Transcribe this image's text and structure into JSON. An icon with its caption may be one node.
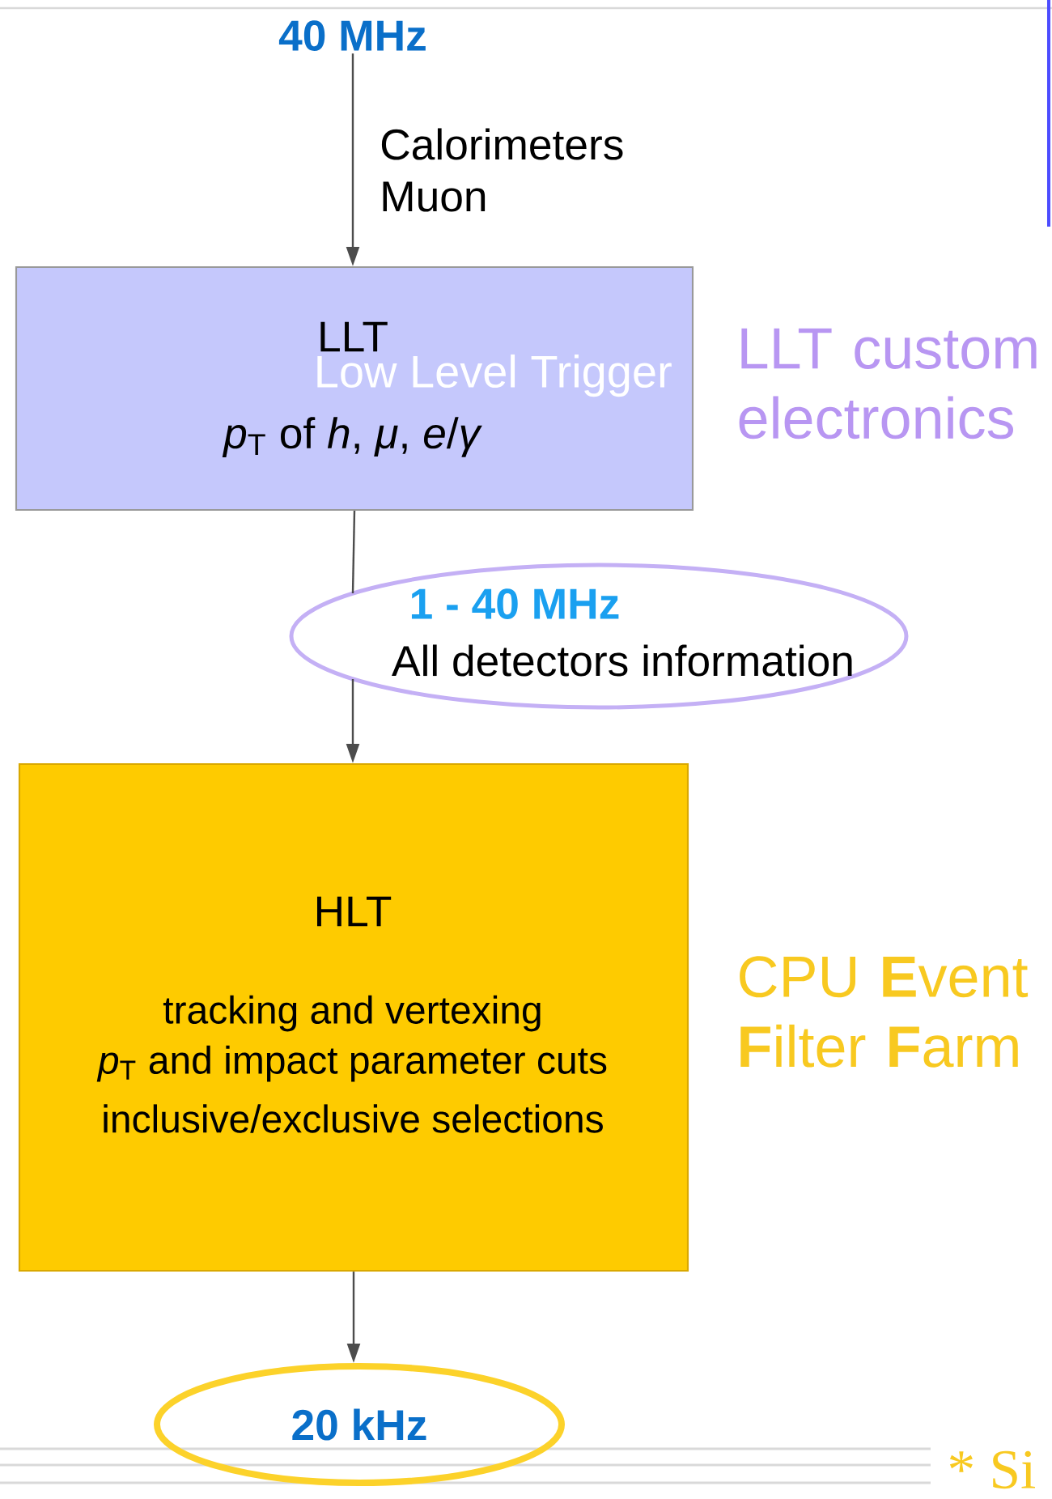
{
  "diagram": {
    "nodes": [
      {
        "text": [
          "40 MHz"
        ]
      },
      {
        "text": [
          "LLT",
          "Low Level Trigger",
          "*p*$_{T}$ of  *h*, *μ*, *e*/*γ*"
        ],
        "beside": [
          "LLT custom electronics"
        ]
      },
      {
        "text": [
          "1 - 40 MHz",
          "All detectors information"
        ]
      },
      {
        "text": [
          "HLT",
          "tracking and vertexing",
          "*p*$_{T}$ and impact parameter cuts",
          "inclusive/exclusive selections"
        ],
        "beside": [
          "CPU **E**vent **F**ilter **F**arm"
        ]
      },
      {
        "text": [
          "20 kHz"
        ]
      }
    ],
    "edges": [
      {
        "from": 0,
        "to": 1,
        "arrow": "to",
        "label": "Calorimeters Muon"
      },
      {
        "from": 1,
        "to": 2,
        "arrow": "none"
      },
      {
        "from": 2,
        "to": 3,
        "arrow": "to"
      },
      {
        "from": 3,
        "to": 4,
        "arrow": "to"
      }
    ],
    "labels": [
      "* Si"
    ]
  }
}
